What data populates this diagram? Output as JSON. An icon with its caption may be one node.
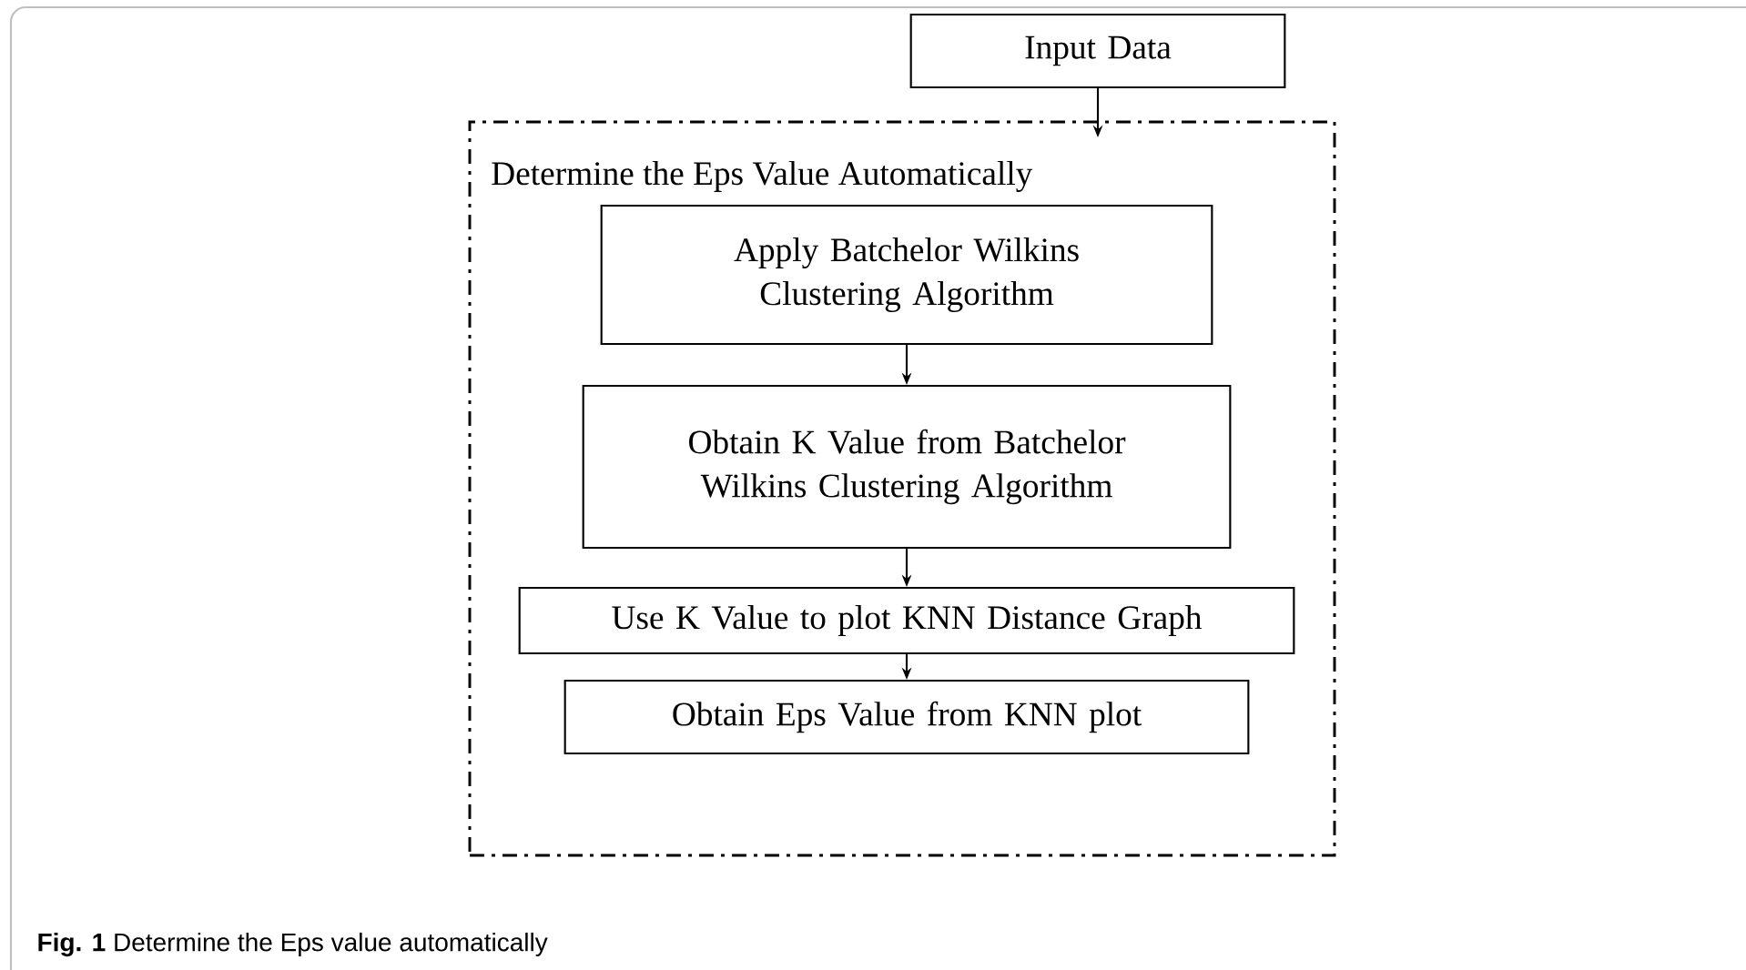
{
  "diagram": {
    "caption": "**Fig. 1** Determine the Eps value automatically",
    "nodes": [
      {
        "text": [
          "Input Data"
        ]
      },
      {
        "text": [
          "Determine the Eps Value Automatically"
        ]
      },
      {
        "text": [
          "Apply Batchelor Wilkins Clustering Algorithm"
        ],
        "in": 1
      },
      {
        "text": [
          "Obtain K Value from Batchelor Wilkins Clustering Algorithm"
        ],
        "in": 1
      },
      {
        "text": [
          "Use K Value to plot KNN Distance Graph"
        ],
        "in": 1
      },
      {
        "text": [
          "Obtain Eps Value from KNN plot"
        ],
        "in": 1
      }
    ],
    "edges": [
      {
        "from": 0,
        "to": 1,
        "arrow": "to"
      },
      {
        "from": 2,
        "to": 3,
        "arrow": "to"
      },
      {
        "from": 3,
        "to": 4,
        "arrow": "to"
      },
      {
        "from": 4,
        "to": 5,
        "arrow": "to"
      }
    ]
  }
}
